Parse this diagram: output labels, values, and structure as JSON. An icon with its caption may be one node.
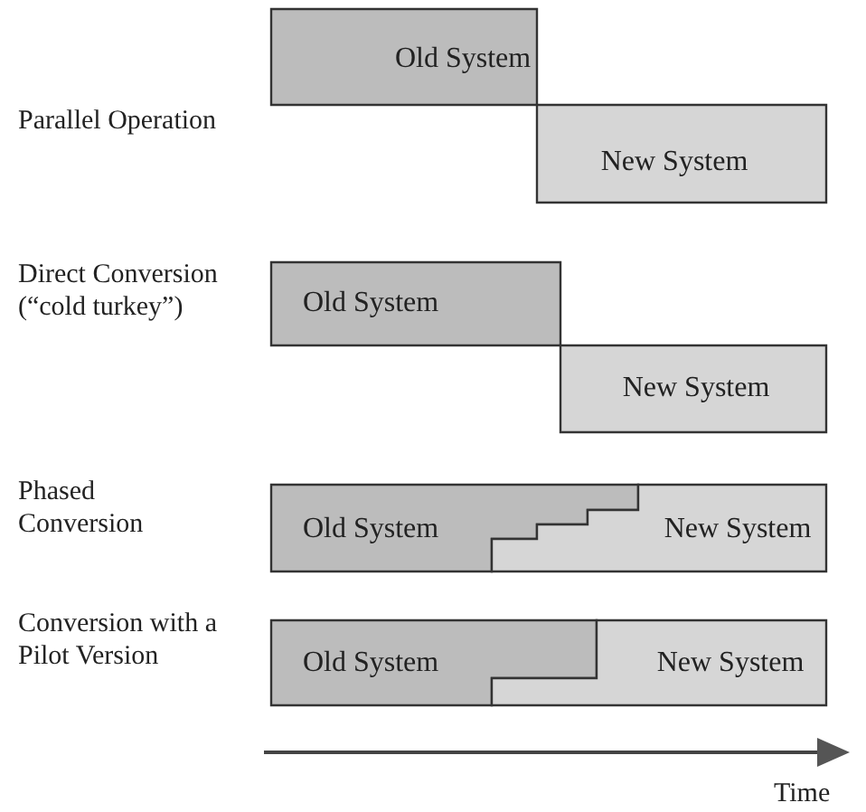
{
  "diagram": {
    "nodes": [
      {
        "text": [
          "Old System"
        ]
      },
      {
        "text": [
          "New System"
        ]
      },
      {
        "text": [
          "Old System"
        ]
      },
      {
        "text": [
          "New System"
        ]
      },
      {
        "text": [
          "Old System"
        ]
      },
      {
        "text": [
          "New System"
        ]
      },
      {
        "text": [
          "Old System"
        ]
      },
      {
        "text": [
          "New System"
        ]
      }
    ],
    "labels": [
      "Parallel Operation",
      "Direct Conversion (“cold turkey”)",
      "Phased Conversion",
      "Conversion with a Pilot Version",
      "Time"
    ]
  }
}
